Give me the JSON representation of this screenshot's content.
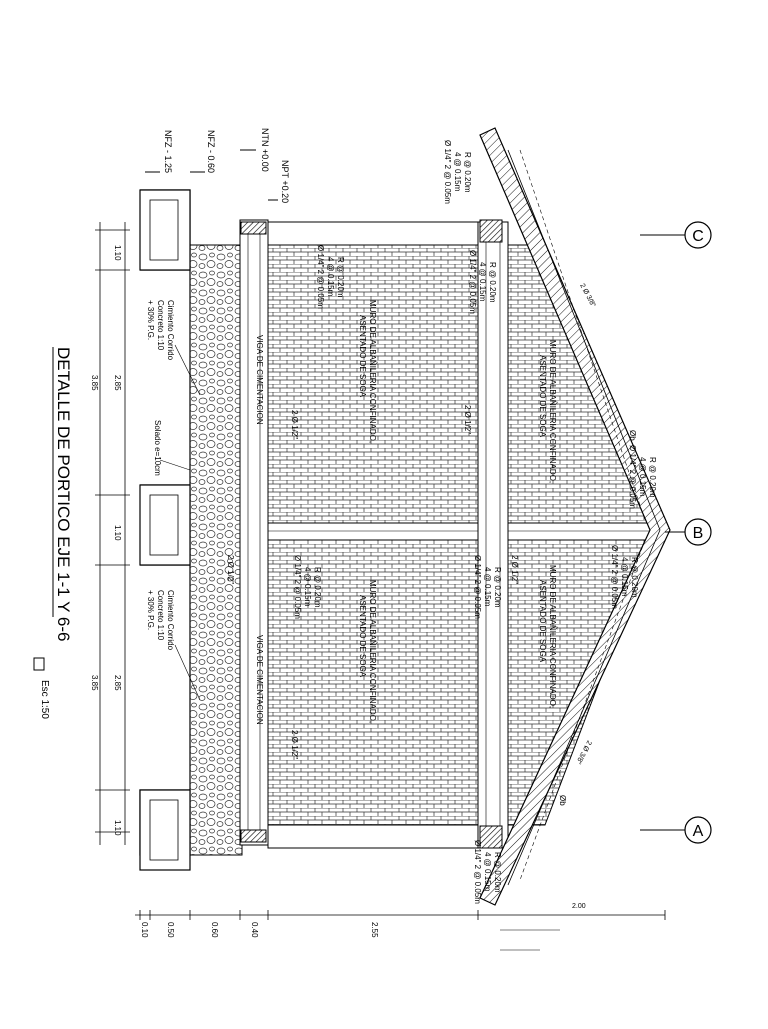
{
  "title": "DETALLE DE PORTICO EJE 1-1 Y 6-6",
  "scale": "Esc 1:50",
  "axes": [
    "A",
    "B",
    "C"
  ],
  "levels": {
    "nfz1": "NFZ - 1.25",
    "nfz2": "NFZ - 0.60",
    "ntn": "NTN +0.00",
    "npt": "NPT +0.20"
  },
  "dims_bottom": {
    "first": "1.10",
    "span1_inner": "2.85",
    "span1_total": "3.85",
    "mid": "1.10",
    "span2_inner": "2.85",
    "span2_total": "3.85",
    "last": "1.10"
  },
  "dims_side": [
    "0.10",
    "0.50",
    "0.60",
    "0.40",
    "2.55",
    "2.00"
  ],
  "labels": {
    "wall": "MURO DE ALBAÑILERIA CONFINADO,",
    "wall2": "ASENTADO DE SOGA",
    "beam": "VIGA DE CIMENTACION",
    "footing": "Cimiento Corrido",
    "footing2": "Concreto 1:10",
    "footing3": "+ 30% P.G.",
    "subfloor": "Solado e=10cm",
    "rebar_main": "2 Ø 1/2\"",
    "rebar_roof": "2 Ø 3/8\"",
    "stirrup1": "Ø 1/4\" 2 @ 0.05m",
    "stirrup2": "4 @ 0.15m",
    "stirrup3": "R @ 0.20m",
    "slab_b": "Øb"
  }
}
